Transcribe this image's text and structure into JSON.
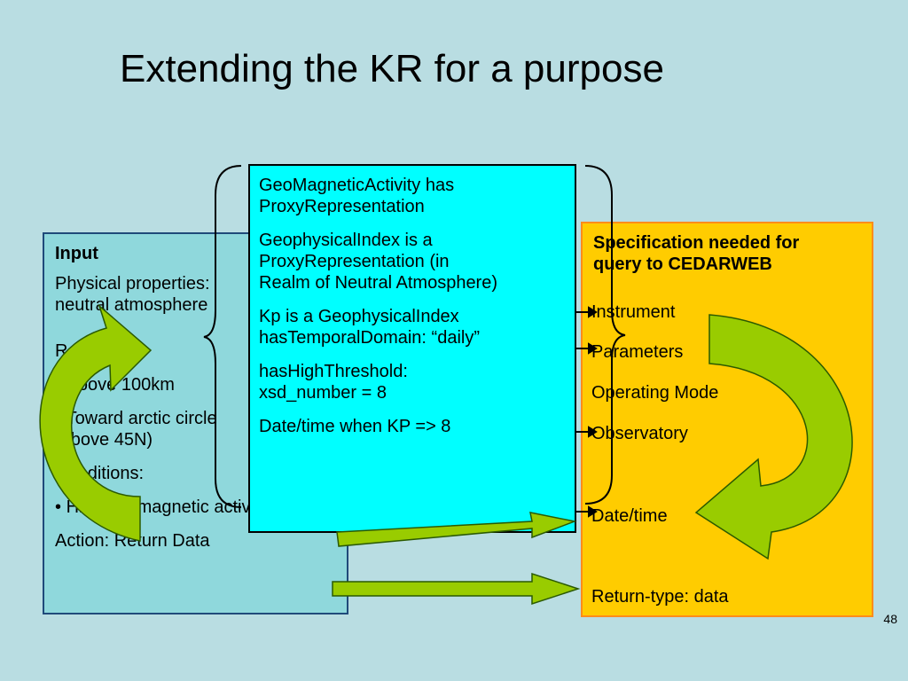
{
  "title": "Extending the KR for a purpose",
  "input": {
    "heading": "Input",
    "line1": "Physical properties:",
    "line2": "neutral atmosphere",
    "line3": "Region:",
    "bullet1": "Above 100km",
    "bullet2a": "Toward arctic circle",
    "bullet2b": "(above 45N)",
    "line4": "Conditions:",
    "bullet3": "High geomagnetic activity",
    "action": "Action: Return Data"
  },
  "ontology": {
    "p1a": "GeoMagneticActivity has",
    "p1b": "ProxyRepresentation",
    "p2a": "GeophysicalIndex is a",
    "p2b": "ProxyRepresentation (in",
    "p2c": "Realm of Neutral Atmosphere)",
    "p3a": "Kp is a GeophysicalIndex",
    "p3b": "hasTemporalDomain: “daily”",
    "p4a": "hasHighThreshold:",
    "p4b": "xsd_number = 8",
    "p5": "Date/time when KP => 8"
  },
  "spec": {
    "heading1": "Specification needed for",
    "heading2": "query to CEDARWEB",
    "item1": "Instrument",
    "item2": "Parameters",
    "item3": "Operating Mode",
    "item4": "Observatory",
    "item5": "Date/time",
    "item6": "Return-type: data"
  },
  "page_number": "48",
  "colors": {
    "background": "#b9dde2",
    "input_box": "#8fd8dc",
    "spec_box": "#ffcc00",
    "ontology_box": "#00ffff",
    "arrow_green": "#99cc00"
  }
}
